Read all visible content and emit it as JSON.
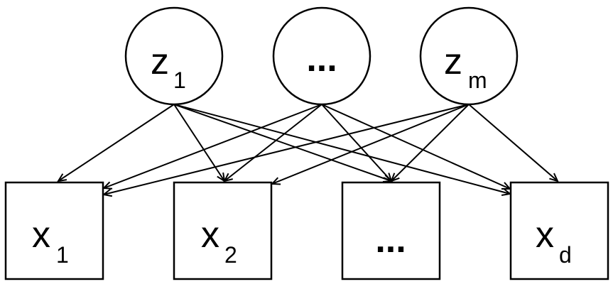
{
  "latent_nodes": [
    {
      "id": "z1",
      "symbol": "z",
      "sub": "1"
    },
    {
      "id": "zdots",
      "symbol": "...",
      "sub": ""
    },
    {
      "id": "zm",
      "symbol": "z",
      "sub": "m"
    }
  ],
  "observed_nodes": [
    {
      "id": "x1",
      "symbol": "x",
      "sub": "1"
    },
    {
      "id": "x2",
      "symbol": "x",
      "sub": "2"
    },
    {
      "id": "xdots",
      "symbol": "...",
      "sub": ""
    },
    {
      "id": "xd",
      "symbol": "x",
      "sub": "d"
    }
  ],
  "edges": [
    {
      "from": "z1",
      "to": "x1"
    },
    {
      "from": "z1",
      "to": "x2"
    },
    {
      "from": "z1",
      "to": "xdots"
    },
    {
      "from": "z1",
      "to": "xd"
    },
    {
      "from": "zdots",
      "to": "x1"
    },
    {
      "from": "zdots",
      "to": "x2"
    },
    {
      "from": "zdots",
      "to": "xdots"
    },
    {
      "from": "zdots",
      "to": "xd"
    },
    {
      "from": "zm",
      "to": "x1"
    },
    {
      "from": "zm",
      "to": "x2"
    },
    {
      "from": "zm",
      "to": "xdots"
    },
    {
      "from": "zm",
      "to": "xd"
    }
  ]
}
